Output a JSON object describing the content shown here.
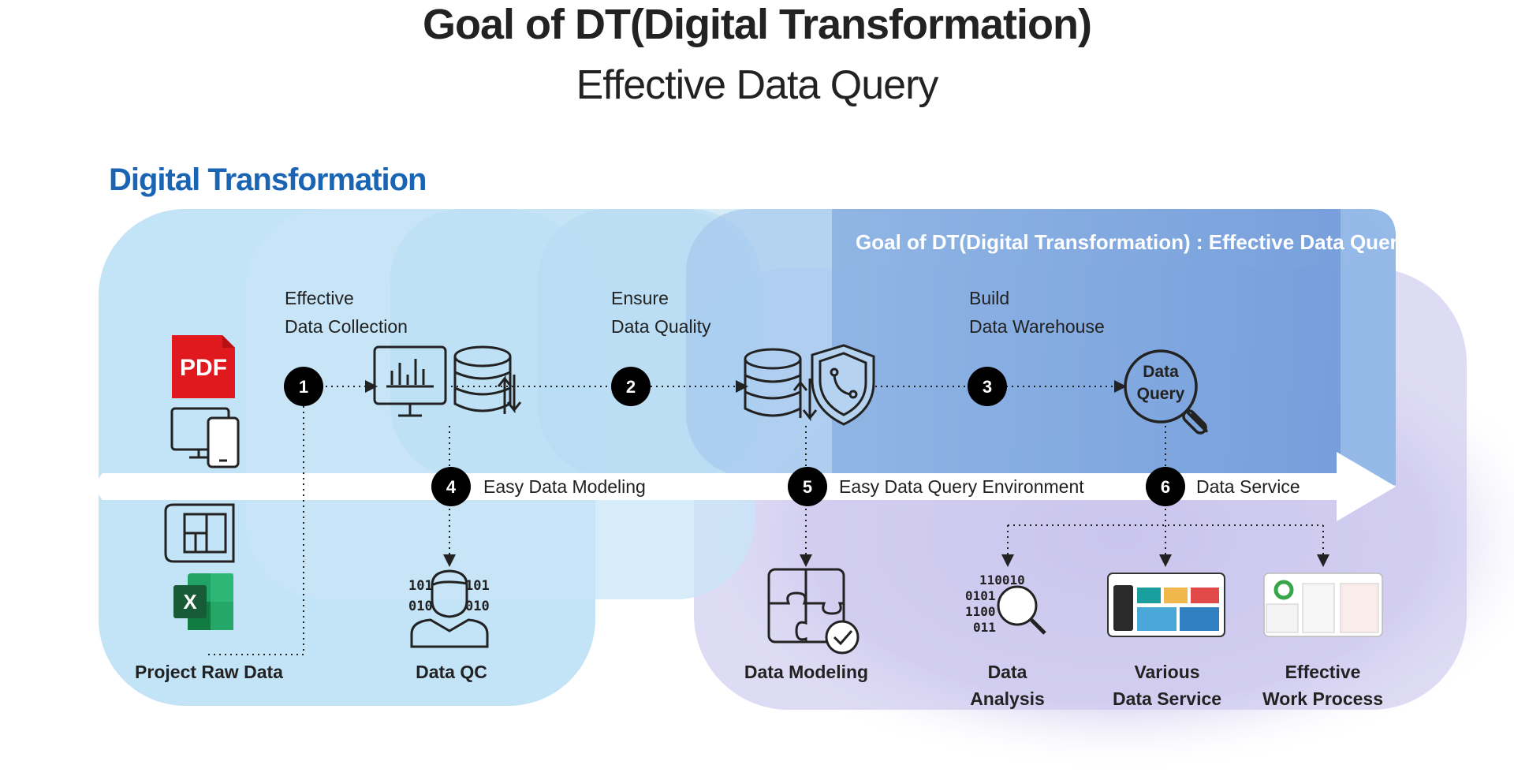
{
  "header": {
    "title": "Goal of DT(Digital Transformation)",
    "subtitle": "Effective Data Query"
  },
  "section_title": "Digital Transformation",
  "goal_banner": "Goal of DT(Digital Transformation) : Effective Data Query",
  "stages": {
    "collection": [
      "Effective",
      "Data Collection"
    ],
    "quality": [
      "Ensure",
      "Data Quality"
    ],
    "warehouse": [
      "Build",
      "Data Warehouse"
    ]
  },
  "steps": [
    "1",
    "2",
    "3",
    "4",
    "5",
    "6"
  ],
  "arrow_labels": {
    "modeling": "Easy Data Modeling",
    "query_env": "Easy Data Query Environment",
    "service": "Data Service"
  },
  "icons": {
    "pdf_text": "PDF",
    "excel_letter": "X",
    "query_line1": "Data",
    "query_line2": "Query",
    "binary_l": [
      "101",
      "010"
    ],
    "binary_r": [
      "101",
      "010"
    ],
    "analysis_binary": [
      "110010",
      "0101",
      "1100",
      "011"
    ]
  },
  "outputs": {
    "raw": "Project Raw Data",
    "qc": "Data QC",
    "modeling": "Data Modeling",
    "analysis": [
      "Data",
      "Analysis"
    ],
    "service": [
      "Various",
      "Data Service"
    ],
    "work": [
      "Effective",
      "Work Process"
    ]
  },
  "colors": {
    "title_blue": "#1a64b4",
    "light_blue": "#bfe0f5",
    "goal_blue": "#7fa6de",
    "lavender": "#c9c3eb",
    "step_black": "#000000"
  }
}
